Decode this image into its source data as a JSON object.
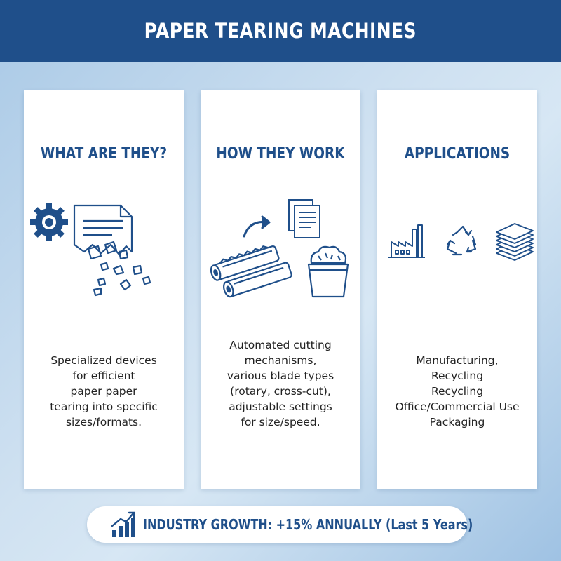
{
  "header": {
    "title": "PAPER TEARING MACHINES"
  },
  "cards": [
    {
      "title": "WHAT ARE THEY?",
      "icons": [
        "gear-icon",
        "torn-paper-icon"
      ],
      "lines": [
        "Specialized devices",
        "for efficient",
        "paper paper",
        "tearing into specific",
        "sizes/formats."
      ]
    },
    {
      "title": "HOW THEY WORK",
      "icons": [
        "rollers-icon",
        "arrow-icon",
        "documents-icon",
        "shredded-bin-icon"
      ],
      "lines": [
        "Automated cutting",
        "mechanisms,",
        "various blade types",
        "(rotary, cross-cut),",
        "adjustable settings",
        "for size/speed."
      ]
    },
    {
      "title": "APPLICATIONS",
      "icons": [
        "factory-icon",
        "recycle-icon",
        "paper-stack-icon"
      ],
      "lines": [
        "Manufacturing,",
        "Recycling",
        "Recycling",
        "Office/Commercial Use",
        "Packaging"
      ]
    }
  ],
  "footer": {
    "icon": "growth-chart-icon",
    "text": "INDUSTRY GROWTH: +15% ANNUALLY (Last 5 Years)"
  },
  "colors": {
    "primary": "#1f4f8a",
    "card": "#ffffff",
    "text": "#222222"
  }
}
